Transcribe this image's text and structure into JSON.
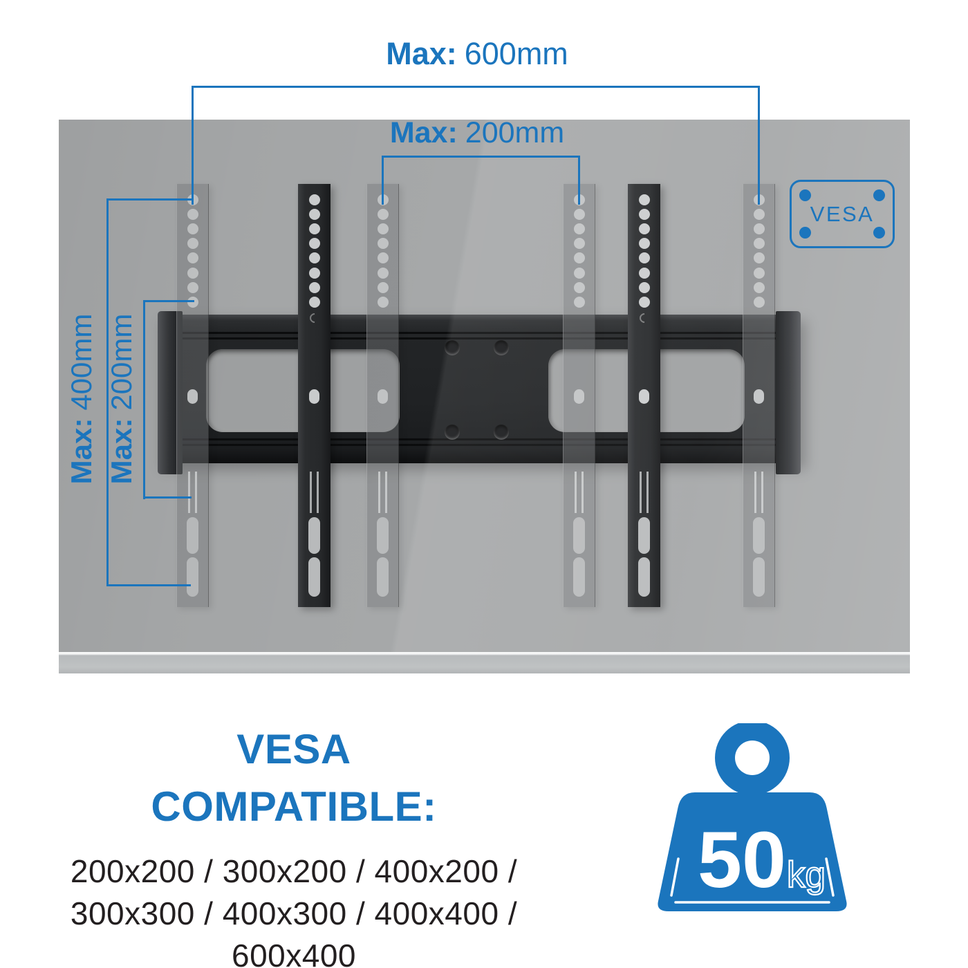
{
  "colors": {
    "accent_blue": "#1b75bd",
    "text_ink": "#231f20",
    "panel_gray": "#a6a8a9",
    "bracket_black": "#202224"
  },
  "icons": {
    "weight": "weight-kettlebell-icon",
    "badge": "vesa-plate-icon"
  },
  "dims": {
    "top_width": {
      "label": "Max:",
      "value": "600mm"
    },
    "inner_width": {
      "label": "Max:",
      "value": "200mm"
    },
    "outer_height": {
      "label": "Max:",
      "value": "400mm"
    },
    "inner_height": {
      "label": "Max:",
      "value": "200mm"
    }
  },
  "badge": {
    "text": "VESA"
  },
  "compat": {
    "heading_line1": "VESA",
    "heading_line2": "COMPATIBLE:",
    "sizes_lines": [
      "200x200 / 300x200 / 400x200 /",
      "300x300 / 400x300 / 400x400 /",
      "600x400"
    ]
  },
  "weight": {
    "value": "50",
    "unit": "kg"
  }
}
